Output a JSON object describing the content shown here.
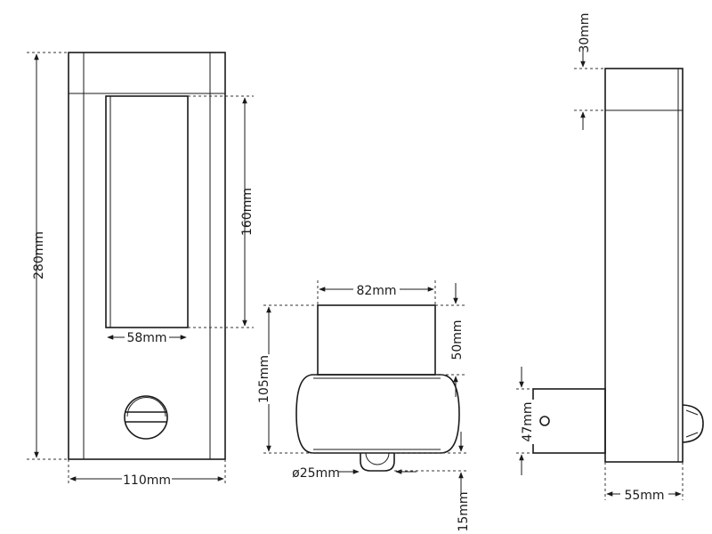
{
  "diagram": {
    "stroke_color": "#1a1a1a",
    "labels": {
      "height_total": "280mm",
      "window_height": "160mm",
      "window_width": "58mm",
      "width_total": "110mm",
      "top_width": "82mm",
      "top_height": "50mm",
      "sensor_height": "105mm",
      "sensor_diameter": "ø25mm",
      "sensor_protrusion": "15mm",
      "cap_height": "30mm",
      "mount_height": "47mm",
      "depth": "55mm"
    }
  }
}
